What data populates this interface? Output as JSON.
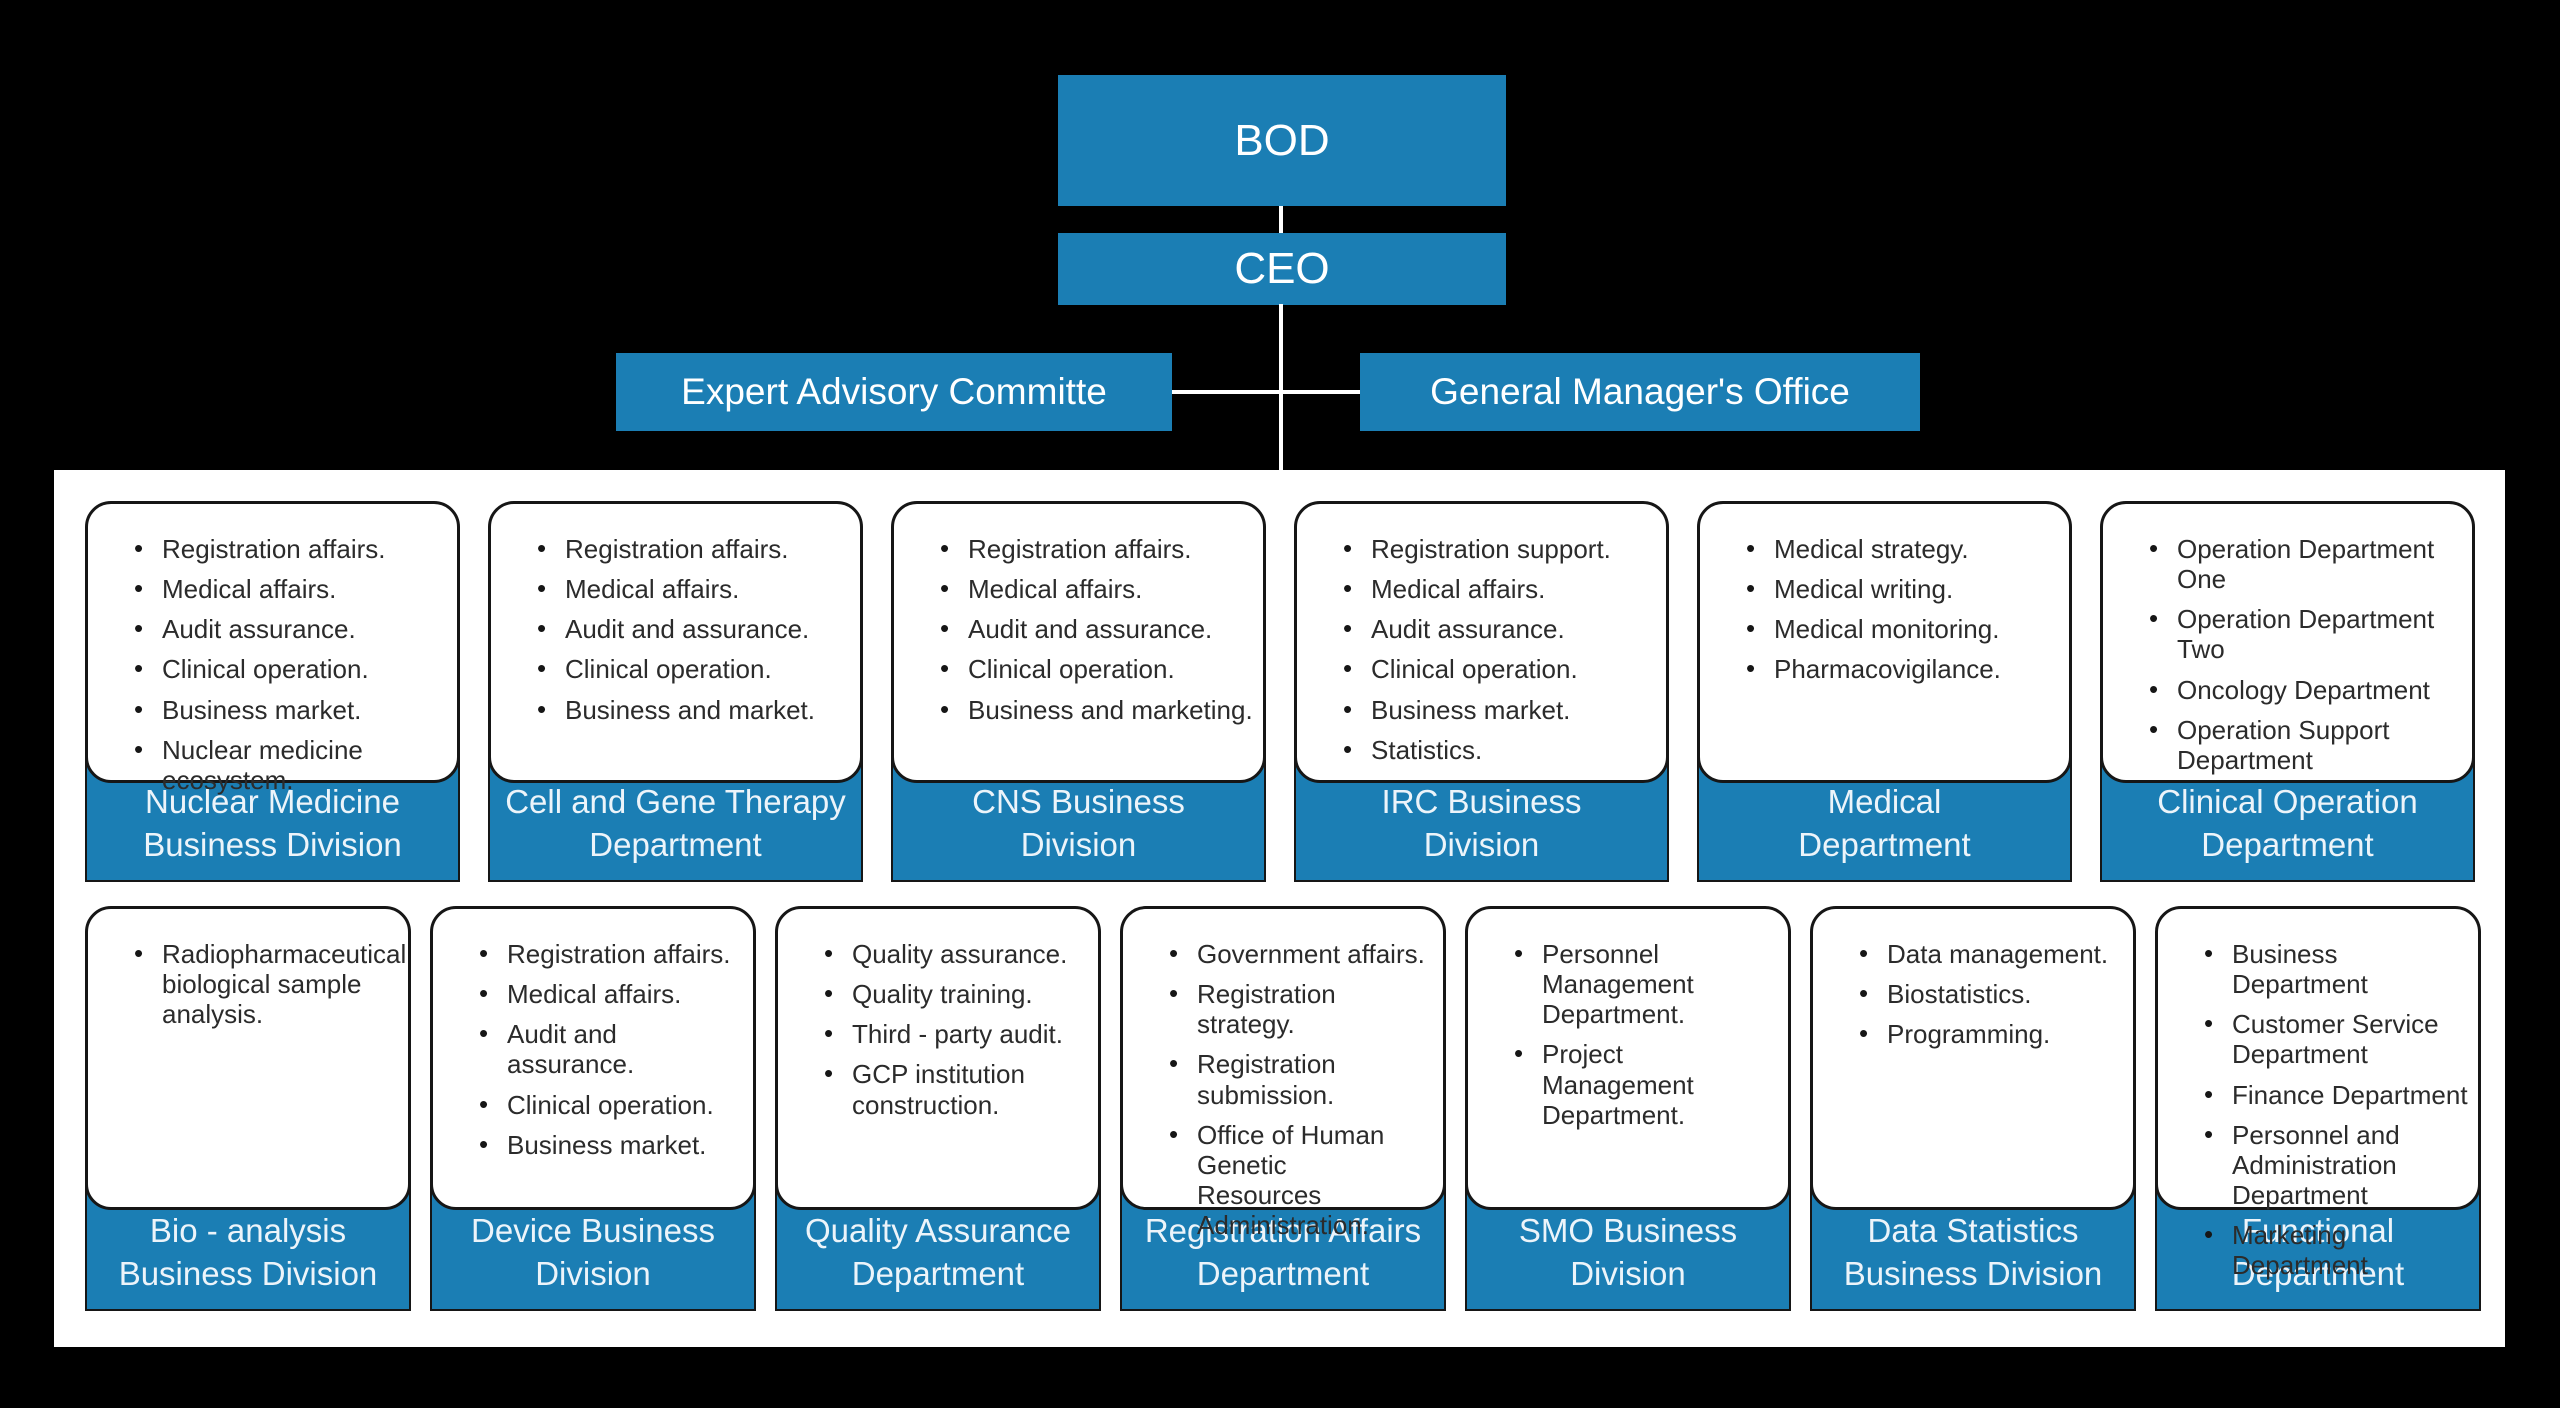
{
  "colors": {
    "background": "#000000",
    "box_blue": "#1b7eb4",
    "panel_background": "#ffffff",
    "card_border": "#161616",
    "bullet_text": "#2b2b2b",
    "title_text": "#ecf4fa",
    "connector": "#ffffff"
  },
  "hierarchy": {
    "bod_label": "BOD",
    "ceo_label": "CEO",
    "advisory_label": "Expert Advisory Committe",
    "gm_office_label": "General Manager's Office"
  },
  "rows": [
    {
      "cards": [
        {
          "title": "Nuclear Medicine\nBusiness Division",
          "items": [
            "Registration affairs.",
            "Medical affairs.",
            "Audit assurance.",
            "Clinical operation.",
            "Business market.",
            "Nuclear medicine ecosystem."
          ]
        },
        {
          "title": "Cell and Gene Therapy\nDepartment",
          "items": [
            "Registration affairs.",
            "Medical affairs.",
            "Audit and assurance.",
            "Clinical operation.",
            "Business and market."
          ]
        },
        {
          "title": "CNS Business\nDivision",
          "items": [
            "Registration affairs.",
            "Medical affairs.",
            "Audit and assurance.",
            "Clinical operation.",
            "Business and marketing."
          ]
        },
        {
          "title": "IRC Business\nDivision",
          "items": [
            "Registration support.",
            "Medical affairs.",
            "Audit assurance.",
            "Clinical operation.",
            "Business market.",
            "Statistics."
          ]
        },
        {
          "title": "Medical\nDepartment",
          "items": [
            "Medical strategy.",
            "Medical writing.",
            "Medical monitoring.",
            "Pharmacovigilance."
          ]
        },
        {
          "title": "Clinical Operation\nDepartment",
          "items": [
            "Operation Department One",
            "Operation Department Two",
            "Oncology Department",
            "Operation Support\nDepartment"
          ]
        }
      ]
    },
    {
      "cards": [
        {
          "title": "Bio - analysis\nBusiness Division",
          "items": [
            "Radiopharmaceutical\nbiological sample\nanalysis."
          ]
        },
        {
          "title": "Device Business\nDivision",
          "items": [
            "Registration affairs.",
            "Medical affairs.",
            "Audit and assurance.",
            "Clinical operation.",
            "Business market."
          ]
        },
        {
          "title": "Quality Assurance\nDepartment",
          "items": [
            "Quality assurance.",
            "Quality training.",
            "Third - party audit.",
            "GCP institution\nconstruction."
          ]
        },
        {
          "title": "Registration Affairs\nDepartment",
          "items": [
            "Government affairs.",
            "Registration strategy.",
            "Registration submission.",
            "Office of Human Genetic\nResources\nAdministration."
          ]
        },
        {
          "title": "SMO Business\nDivision",
          "items": [
            "Personnel Management\nDepartment.",
            "Project Management\nDepartment."
          ]
        },
        {
          "title": "Data Statistics\nBusiness Division",
          "items": [
            "Data management.",
            "Biostatistics.",
            "Programming."
          ]
        },
        {
          "title": "Functional\nDepartment",
          "items": [
            "Business Department",
            "Customer Service\nDepartment",
            "Finance Department",
            "Personnel and\nAdministration Department",
            "Marketing Department"
          ]
        }
      ]
    }
  ]
}
